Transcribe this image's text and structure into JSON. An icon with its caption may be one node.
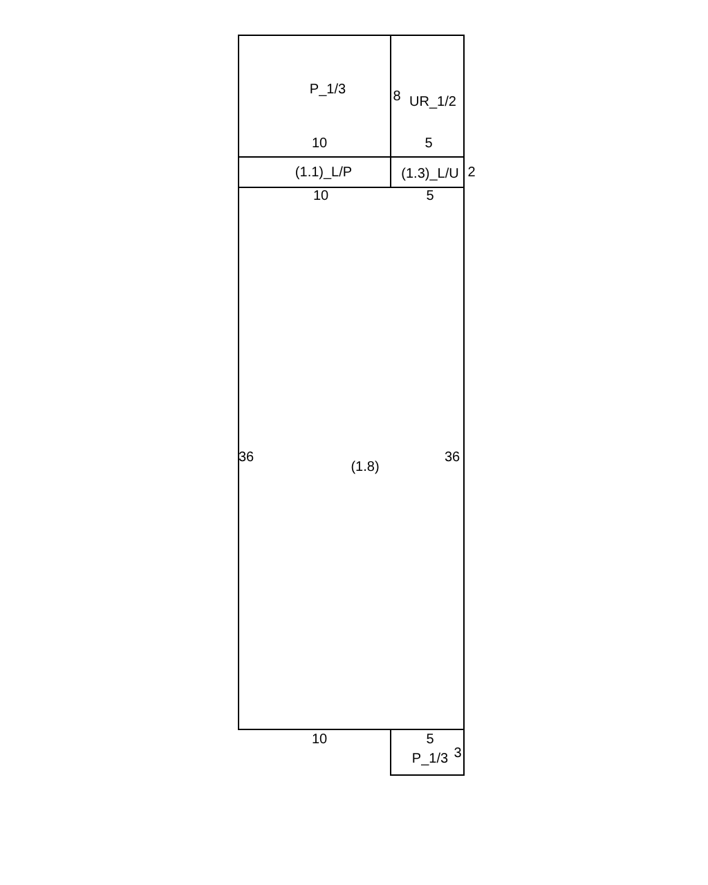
{
  "diagram": {
    "nodes": [
      {
        "text": [
          "P_1/3"
        ]
      },
      {
        "text": [
          "UR_1/2"
        ]
      },
      {
        "text": [
          "(1.1)_L/P"
        ]
      },
      {
        "text": [
          "(1.3)_L/U"
        ]
      },
      {
        "text": [
          "(1.8)"
        ]
      },
      {
        "text": [
          "P_1/3"
        ]
      }
    ],
    "labels": [
      "8",
      "10",
      "5",
      "2",
      "10",
      "5",
      "36",
      "36",
      "10",
      "5",
      "3"
    ]
  }
}
